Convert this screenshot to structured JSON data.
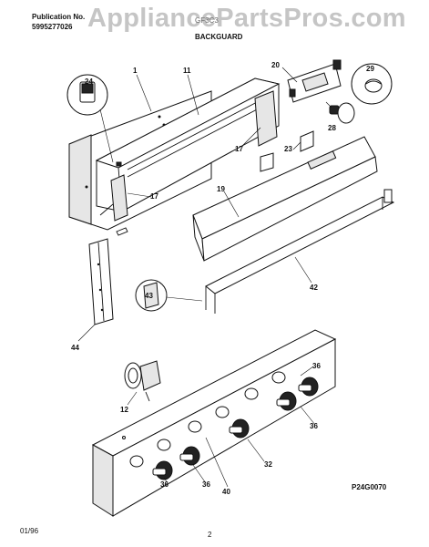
{
  "header": {
    "publication_label": "Publication No.",
    "publication_number": "5995277026",
    "model": "GF3C3",
    "section_title": "BACKGUARD"
  },
  "watermark": "AppliancePartsPros.com",
  "callouts": {
    "c1": "1",
    "c11": "11",
    "c20": "20",
    "c29": "29",
    "c24": "24",
    "c28": "28",
    "c17a": "17",
    "c23": "23",
    "c17b": "17",
    "c19": "19",
    "c43": "43",
    "c42": "42",
    "c44": "44",
    "c36a": "36",
    "c36b": "36",
    "c12": "12",
    "c32": "32",
    "c40": "40",
    "c36c": "36",
    "c36d": "36"
  },
  "footer": {
    "date": "01/96",
    "page": "2",
    "reference_code": "P24G0070"
  }
}
